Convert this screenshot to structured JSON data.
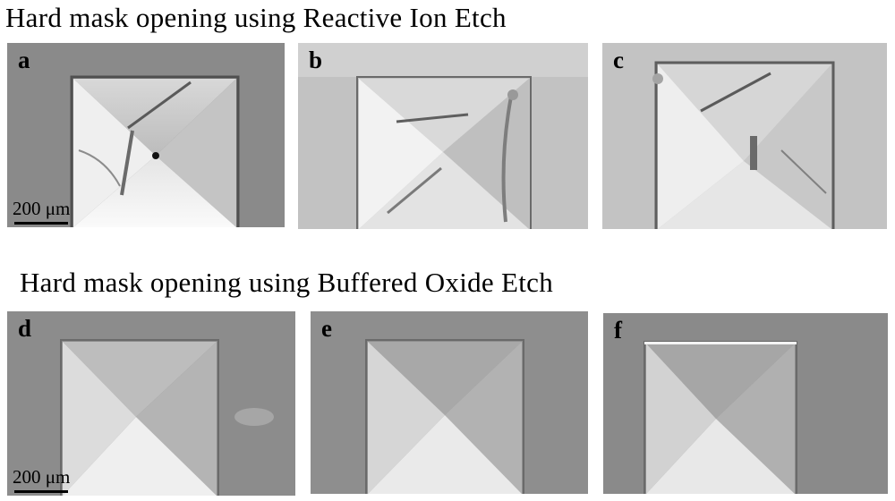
{
  "headings": {
    "rie": "Hard mask opening using Reactive Ion Etch",
    "boe": "Hard mask opening using Buffered Oxide Etch"
  },
  "panels": [
    {
      "id": "a",
      "label": "a",
      "scale": "200 μm"
    },
    {
      "id": "b",
      "label": "b"
    },
    {
      "id": "c",
      "label": "c"
    },
    {
      "id": "d",
      "label": "d",
      "scale": "200 μm"
    },
    {
      "id": "e",
      "label": "e"
    },
    {
      "id": "f",
      "label": "f"
    }
  ]
}
